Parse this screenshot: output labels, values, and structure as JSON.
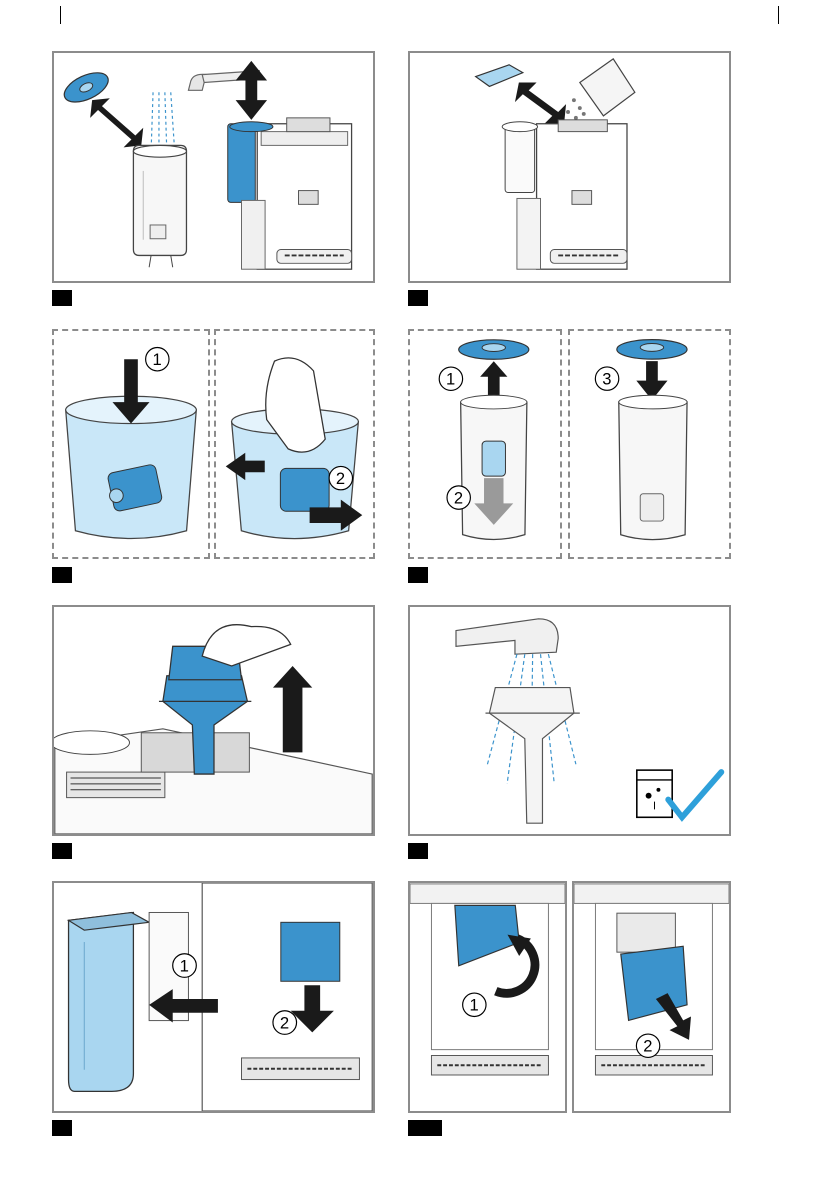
{
  "page": {
    "background": "#ffffff",
    "panel_border": "#8c8c8c"
  },
  "colors": {
    "blue": "#3b93cc",
    "light_blue": "#a9d6f0",
    "water": "#c9e7f8",
    "grey": "#dcdcdc",
    "check": "#2ea0da"
  },
  "steps": [
    {
      "id": "step-1",
      "label": ""
    },
    {
      "id": "step-2",
      "label": ""
    },
    {
      "id": "step-3",
      "label": ""
    },
    {
      "id": "step-4",
      "label": ""
    },
    {
      "id": "step-5",
      "label": ""
    },
    {
      "id": "step-6",
      "label": ""
    },
    {
      "id": "step-7",
      "label": ""
    },
    {
      "id": "step-8",
      "label": ""
    }
  ],
  "callouts": {
    "p3_one": "1",
    "p3_two": "2",
    "p4_one": "1",
    "p4_two": "2",
    "p4_three": "3",
    "p7_one": "1",
    "p7_two": "2",
    "p8_one": "1",
    "p8_two": "2"
  },
  "icons": [
    "water-tank-icon",
    "tap-icon",
    "lid-icon",
    "bean-container-icon",
    "bean-bag-icon",
    "water-filter-icon",
    "arrow-down-icon",
    "arrow-up-icon",
    "dishwasher-safe-icon",
    "check-icon"
  ]
}
